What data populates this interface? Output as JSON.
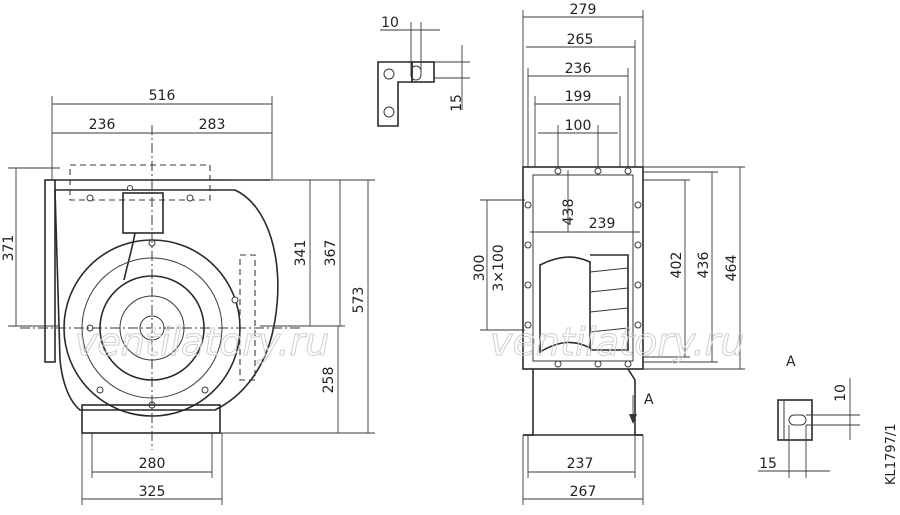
{
  "dimensions": {
    "front_width": "516",
    "left_offset": "236",
    "right_offset": "283",
    "height_upper": "371",
    "height_341": "341",
    "height_367": "367",
    "height_total": "573",
    "height_258": "258",
    "base_inner": "280",
    "base_outer": "325",
    "side_279": "279",
    "side_265": "265",
    "side_236": "236",
    "side_199": "199",
    "side_100": "100",
    "side_438": "438",
    "side_239": "239",
    "side_300": "300",
    "side_3x100": "3×100",
    "side_402": "402",
    "side_436": "436",
    "side_464": "464",
    "side_237": "237",
    "side_267": "267",
    "bracket_10": "10",
    "bracket_15": "15",
    "detail_10": "10",
    "detail_15": "15"
  },
  "view_labels": {
    "arrow_label": "A",
    "detail_label": "A"
  },
  "watermark": "ventilatory.ru",
  "drawing_code": "KL1797/1"
}
